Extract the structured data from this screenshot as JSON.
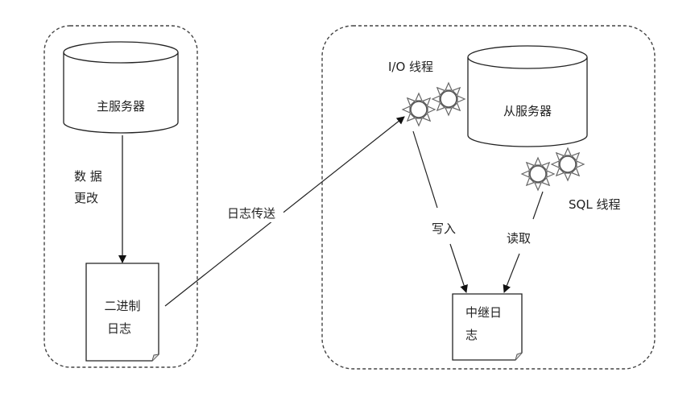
{
  "master": {
    "server_label": "主服务器",
    "change_label_line1": "数 据",
    "change_label_line2": "更改",
    "binlog_line1": "二进制",
    "binlog_line2": "日志"
  },
  "transfer_label": "日志传送",
  "slave": {
    "server_label": "从服务器",
    "io_thread_label": "I/O 线程",
    "sql_thread_label": "SQL 线程",
    "write_label": "写入",
    "read_label": "读取",
    "relay_log_line1": "中继日",
    "relay_log_line2": "志"
  }
}
